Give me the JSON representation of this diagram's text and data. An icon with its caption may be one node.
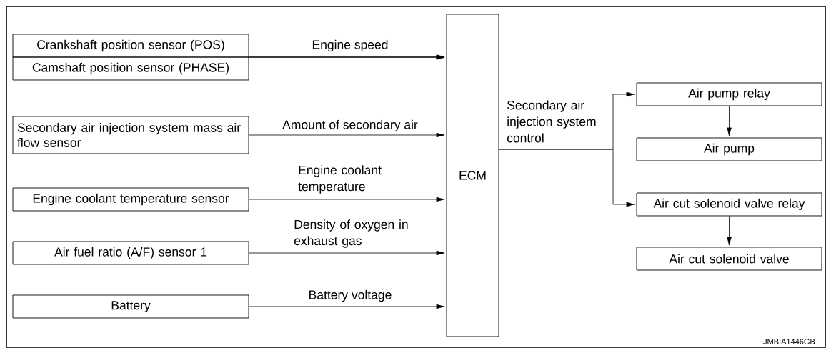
{
  "diagram": {
    "nodes": [
      {
        "text": [
          "Crankshaft position sensor (POS)"
        ]
      },
      {
        "text": [
          "Camshaft position sensor (PHASE)"
        ]
      },
      {
        "text": [
          "Secondary air injection system mass air flow sensor"
        ]
      },
      {
        "text": [
          "Engine coolant temperature sensor"
        ]
      },
      {
        "text": [
          "Air fuel ratio (A/F) sensor 1"
        ]
      },
      {
        "text": [
          "Battery"
        ]
      },
      {
        "text": [
          "ECM"
        ]
      },
      {
        "text": [
          "Air pump relay"
        ]
      },
      {
        "text": [
          "Air pump"
        ]
      },
      {
        "text": [
          "Air cut solenoid valve relay"
        ]
      },
      {
        "text": [
          "Air cut solenoid valve"
        ]
      }
    ],
    "edges": [
      {
        "from": 0,
        "to": 6,
        "arrow": "to",
        "label": "Engine speed"
      },
      {
        "from": 1,
        "to": 6,
        "arrow": "to"
      },
      {
        "from": 2,
        "to": 6,
        "arrow": "to",
        "label": "Amount of secondary air"
      },
      {
        "from": 3,
        "to": 6,
        "arrow": "to",
        "label": "Engine coolant temperature"
      },
      {
        "from": 4,
        "to": 6,
        "arrow": "to",
        "label": "Density of oxygen in exhaust gas"
      },
      {
        "from": 5,
        "to": 6,
        "arrow": "to",
        "label": "Battery voltage"
      },
      {
        "from": 6,
        "to": 7,
        "arrow": "to",
        "label": "Secondary air injection system control"
      },
      {
        "from": 6,
        "to": 9,
        "arrow": "to"
      },
      {
        "from": 7,
        "to": 8,
        "arrow": "to"
      },
      {
        "from": 9,
        "to": 10,
        "arrow": "to"
      }
    ],
    "labels": [
      "JMBIA1446GB"
    ]
  }
}
